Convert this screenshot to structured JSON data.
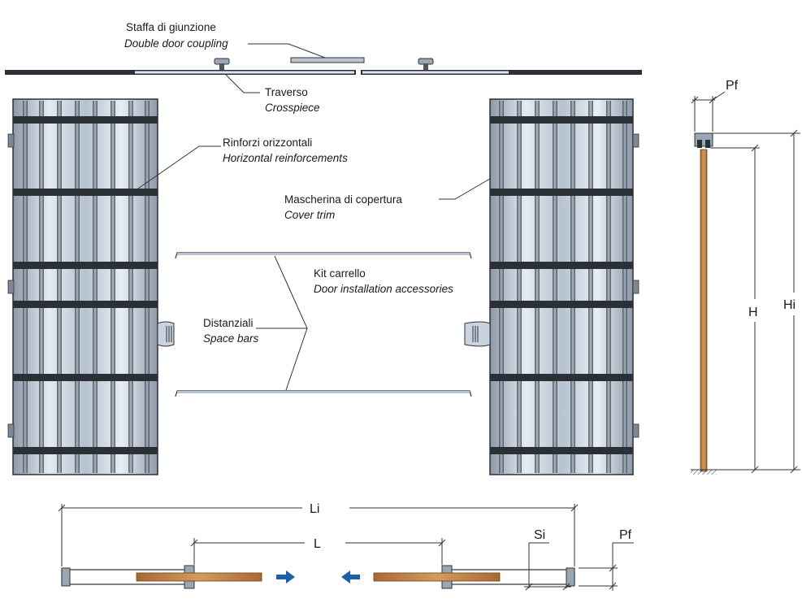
{
  "labels": {
    "coupling": {
      "it": "Staffa di giunzione",
      "en": "Double door coupling"
    },
    "crosspiece": {
      "it": "Traverso",
      "en": "Crosspiece"
    },
    "reinforcements": {
      "it": "Rinforzi orizzontali",
      "en": "Horizontal reinforcements"
    },
    "cover_trim": {
      "it": "Mascherina di copertura",
      "en": "Cover trim"
    },
    "kit": {
      "it": "Kit carrello",
      "en": "Door installation accessories"
    },
    "space_bars": {
      "it": "Distanziali",
      "en": "Space bars"
    }
  },
  "dimensions": {
    "pf": "Pf",
    "h": "H",
    "hi": "Hi",
    "li": "Li",
    "l": "L",
    "si": "Si"
  },
  "colors": {
    "steel_dark": "#2b2f36",
    "steel_light": "#c9d4e0",
    "wood": "#c8874a",
    "arrow_blue": "#1f5fa8",
    "line": "#333333"
  }
}
